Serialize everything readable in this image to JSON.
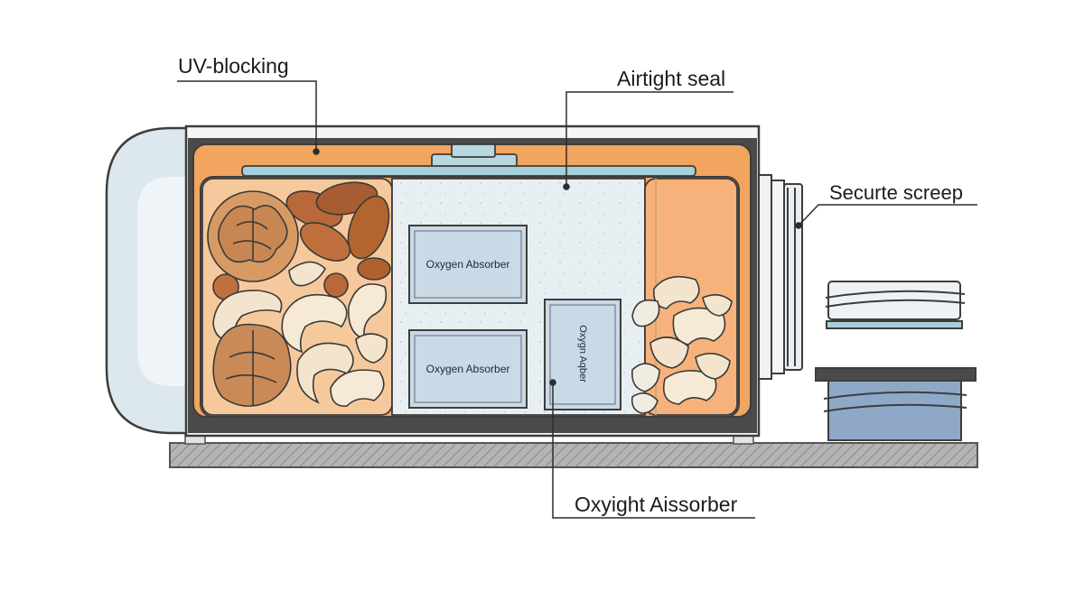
{
  "labels": {
    "uv_blocking": "UV-blocking",
    "airtight_seal": "Airtight seal",
    "secure_screw": "Securte screep",
    "oxygen_absorber_callout": "Oxyight Aissorber"
  },
  "packets": {
    "packet_top": "Oxygen Absorber",
    "packet_bottom": "Oxygen Absorber",
    "packet_vertical": "Oxygn Aqber"
  },
  "colors": {
    "outline": "#3d3d3d",
    "uv_layer": "#f2a55e",
    "nut_chamber": "#f6c99c",
    "absorber_chamber": "#e6eef2",
    "packet_fill": "#c9d9e6",
    "seal_strip": "#a7cfd9",
    "end_cap": "#dfe9f0",
    "base": "#a8a8a8",
    "lid_blue": "#8fa8c8"
  }
}
